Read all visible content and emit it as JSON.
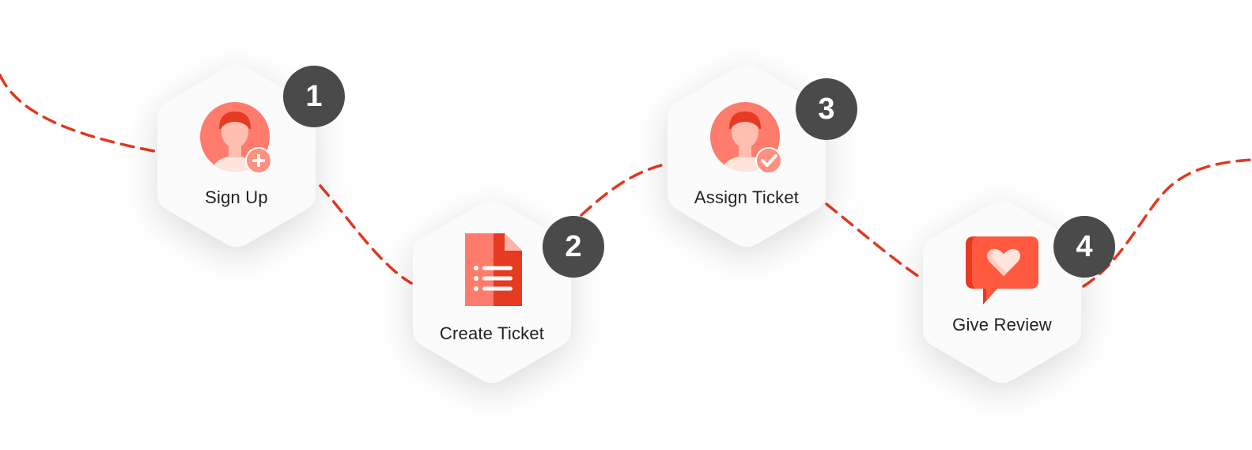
{
  "colors": {
    "accent": "#e0391f",
    "badge_bg": "#4a4a4a",
    "hex_fill": "#fbfbfb",
    "icon_light": "#ff7b6b",
    "icon_dark": "#e63a22"
  },
  "steps": [
    {
      "number": "1",
      "label": "Sign Up",
      "icon": "user-add-icon"
    },
    {
      "number": "2",
      "label": "Create Ticket",
      "icon": "document-list-icon"
    },
    {
      "number": "3",
      "label": "Assign Ticket",
      "icon": "user-check-icon"
    },
    {
      "number": "4",
      "label": "Give Review",
      "icon": "heart-chat-icon"
    }
  ]
}
